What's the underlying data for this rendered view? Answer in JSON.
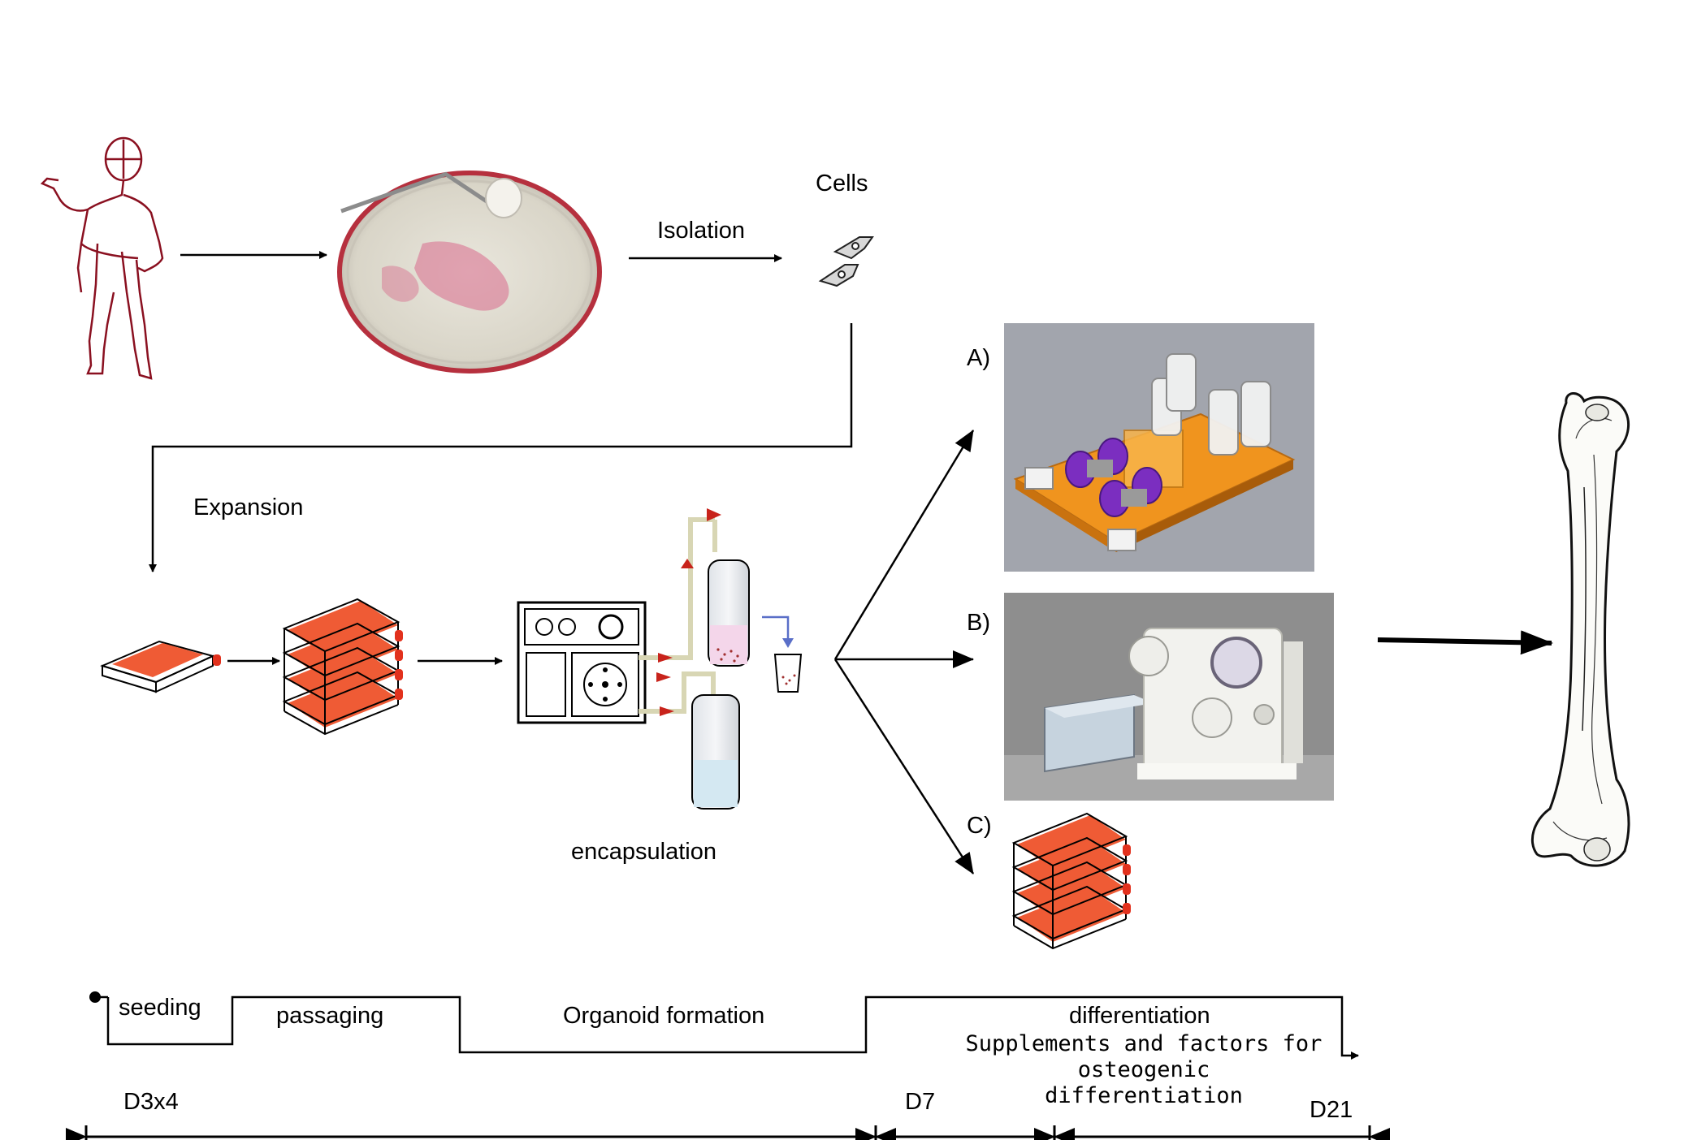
{
  "labels": {
    "cells": "Cells",
    "isolation": "Isolation",
    "expansion": "Expansion",
    "encapsulation": "encapsulation",
    "option_a": "A)",
    "option_b": "B)",
    "option_c": "C)"
  },
  "timeline": {
    "phases": {
      "seeding": "seeding",
      "passaging": "passaging",
      "organoid_formation": "Organoid formation",
      "differentiation": "differentiation",
      "supplements_line1": "Supplements and factors for",
      "supplements_line2": "osteogenic",
      "supplements_line3": "differentiation"
    },
    "days": {
      "d3x4": "D3x4",
      "d7": "D7",
      "d21": "D21"
    }
  },
  "colors": {
    "flask_orange": "#ef5b35",
    "cap_red": "#e2311d",
    "arrow_red": "#c8231b",
    "bioreactor_orange": "#f0941e",
    "bioreactor_purple": "#7b2ec0",
    "render_background": "#a2a5ad",
    "photo_background": "#8e8e8e"
  },
  "icons": [
    "human-figure-icon",
    "petri-dish-icon",
    "cells-icon",
    "culture-flask-icon",
    "flask-stack-icon",
    "encapsulation-device-icon",
    "bioreactor-render-icon",
    "bioreactor-photo-icon",
    "bone-icon"
  ]
}
